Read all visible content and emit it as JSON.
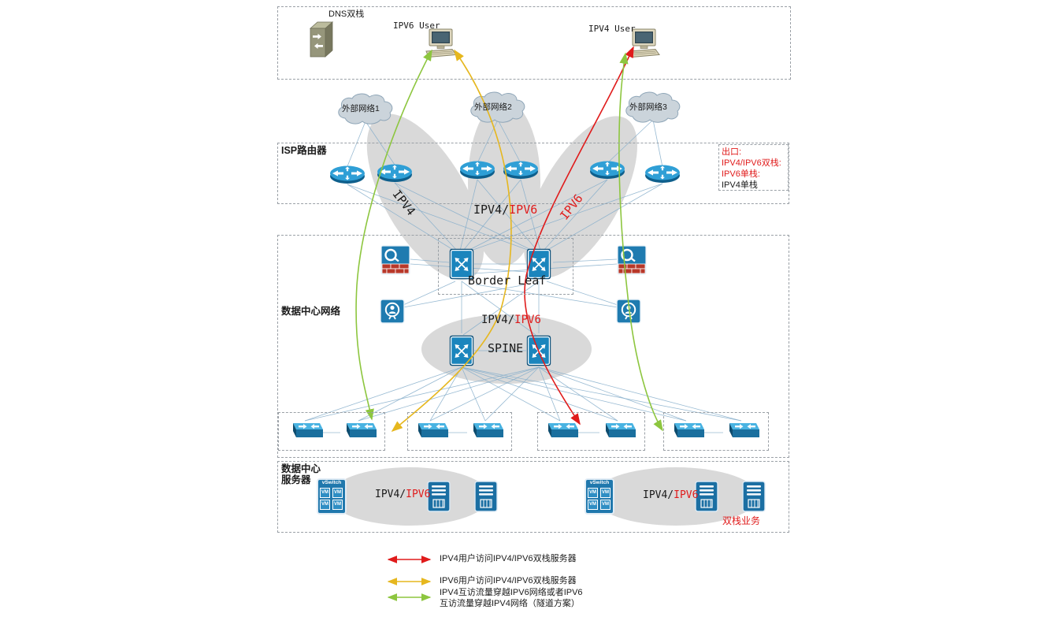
{
  "colors": {
    "red": "#e01b1b",
    "yellow": "#e6b71e",
    "green": "#8dc63f",
    "line": "#86aecb",
    "blob": "#d9d9d9"
  },
  "top_section": {
    "dns_label": "DNS双栈",
    "ipv6_user_label": "IPV6 User",
    "ipv4_user_label": "IPV4 User"
  },
  "external_networks": {
    "cloud1": "外部网络1",
    "cloud2": "外部网络2",
    "cloud3": "外部网络3"
  },
  "isp_section": {
    "title": "ISP路由器"
  },
  "exit_note": {
    "line1": "出口:",
    "line2": "IPV4/IPV6双栈:",
    "line3": "IPV6单栈:",
    "line4": "IPV4单栈"
  },
  "network_zones": {
    "ipv4": "IPV4",
    "dual_prefix": "IPV4/",
    "dual_suffix": "IPV6",
    "ipv6": "IPV6"
  },
  "datacenter": {
    "title": "数据中心网络",
    "border_leaf": "Border Leaf",
    "dual_prefix": "IPV4/",
    "dual_suffix": "IPV6",
    "spine": "SPINE"
  },
  "server_section": {
    "title_line1": "数据中心",
    "title_line2": "服务器",
    "dual_prefix": "IPV4/",
    "dual_suffix": "IPV6",
    "dual_business": "双栈业务",
    "vswitch_label": "vSwitch",
    "vm_label": "VM"
  },
  "legend": {
    "red_label": "IPV4用户访问IPV4/IPV6双栈服务器",
    "yellow_label": "IPV6用户访问IPV4/IPV6双栈服务器",
    "green_label_line1": "IPV4互访流量穿越IPV6网络或者IPV6",
    "green_label_line2": "互访流量穿越IPV4网络（隧道方案）"
  },
  "icons": {
    "router-icon": "cylinder with 4 arrows",
    "nexus-switch-icon": "square with crossed arrows",
    "firewall-icon": "blue square with lens and brick wall",
    "load-balancer-icon": "blue square with person in circle",
    "leaf-switch-icon": "3d switch with arrows",
    "server-icon": "blue tower server",
    "vswitch-icon": "virtual switch with VM grid",
    "pc-icon": "desktop computer",
    "dns-server-icon": "3d server box",
    "cloud-icon": "network cloud"
  }
}
